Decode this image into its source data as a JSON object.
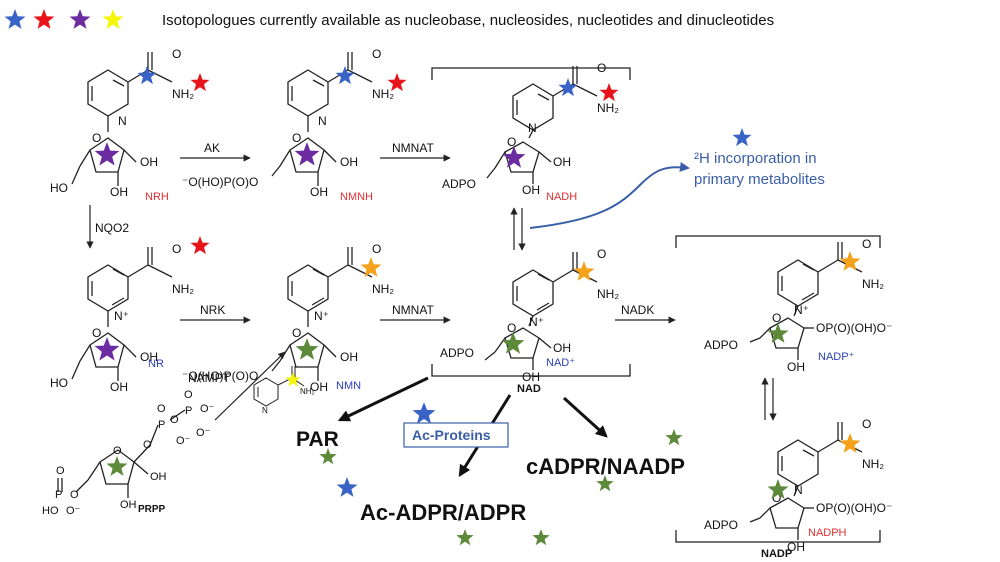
{
  "legend": {
    "text": "Isotopologues currently available as nucleobase, nucleosides, nucleotides and dinucleotides",
    "star_colors": [
      "#3a63c8",
      "#e8141c",
      "#6a2ca0",
      "#f5f50a"
    ]
  },
  "colors": {
    "blue_star": "#3a63c8",
    "red_star": "#e8141c",
    "purple_star": "#6a2ca0",
    "yellow_star": "#f5f50a",
    "orange_star": "#f6a11a",
    "green_star": "#5d8a3a",
    "note_blue": "#3a5ea8"
  },
  "compounds": {
    "nrh": "NRH",
    "nmnh": "NMNH",
    "nadh": "NADH",
    "nr": "NR",
    "nmn": "NMN",
    "nad_plus": "NAD⁺",
    "nadp_plus": "NADP⁺",
    "nadph": "NADPH",
    "prpp": "PRPP",
    "nad_bracket": "NAD",
    "nadp_bracket": "NADP"
  },
  "enzymes": {
    "ak": "AK",
    "nmnat": "NMNAT",
    "nqo2": "NQO2",
    "nrk": "NRK",
    "nadk": "NADK",
    "nampt": "NAMPT"
  },
  "groups": {
    "nh2": "NH₂",
    "oh": "OH",
    "ho": "HO",
    "n_plus": "N⁺",
    "n": "N",
    "o": "O",
    "p": "P",
    "adpo": "ADPO",
    "phos_mono": "⁻O(HO)P(O)O",
    "phos_2p": "OP(O)(OH)O⁻",
    "o_minus": "O⁻",
    "nh2_small": "NH₂"
  },
  "annotation": {
    "deuterium": "²H incorporation in",
    "deuterium_line2": "primary metabolites"
  },
  "products": {
    "par": "PAR",
    "ac_proteins": "Ac-Proteins",
    "cadpr": "cADPR/NAADP",
    "acadpr": "Ac-ADPR/ADPR"
  }
}
